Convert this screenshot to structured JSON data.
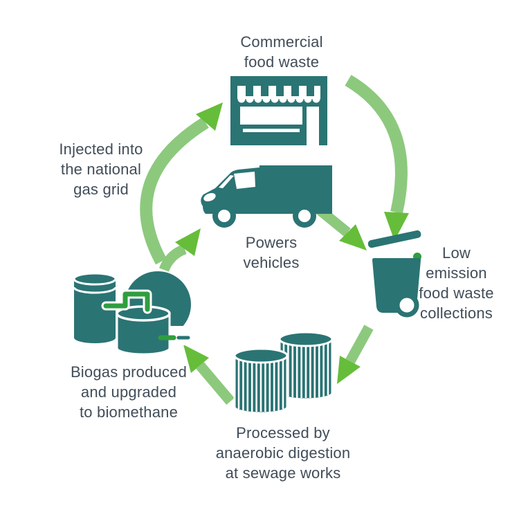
{
  "colors": {
    "teal": "#2b7474",
    "arrowBody": "#8cc97d",
    "arrowHead": "#66bd3a",
    "pipe": "#2f9e3e",
    "text": "#414d59",
    "background": "#ffffff"
  },
  "diagram": {
    "type": "cycle",
    "steps": [
      {
        "label": "Commercial\nfood waste",
        "icon": "storefront-icon"
      },
      {
        "label": "Low\nemission\nfood waste\ncollections",
        "icon": "wheelie-bin-icon"
      },
      {
        "label": "Processed by\nanaerobic digestion\nat sewage works",
        "icon": "digester-tanks-icon"
      },
      {
        "label": "Biogas produced\nand upgraded\nto biomethane",
        "icon": "biogas-plant-icon"
      },
      {
        "label": "Injected into\nthe national\ngas grid",
        "icon": ""
      },
      {
        "label": "Powers\nvehicles",
        "icon": "truck-icon"
      }
    ],
    "arrows": [
      "arrow-biogas-to-commercial",
      "arrow-commercial-to-bin",
      "arrow-truck-to-bin",
      "arrow-bin-to-digesters",
      "arrow-digesters-to-biogas",
      "arrow-biogas-to-truck"
    ]
  }
}
